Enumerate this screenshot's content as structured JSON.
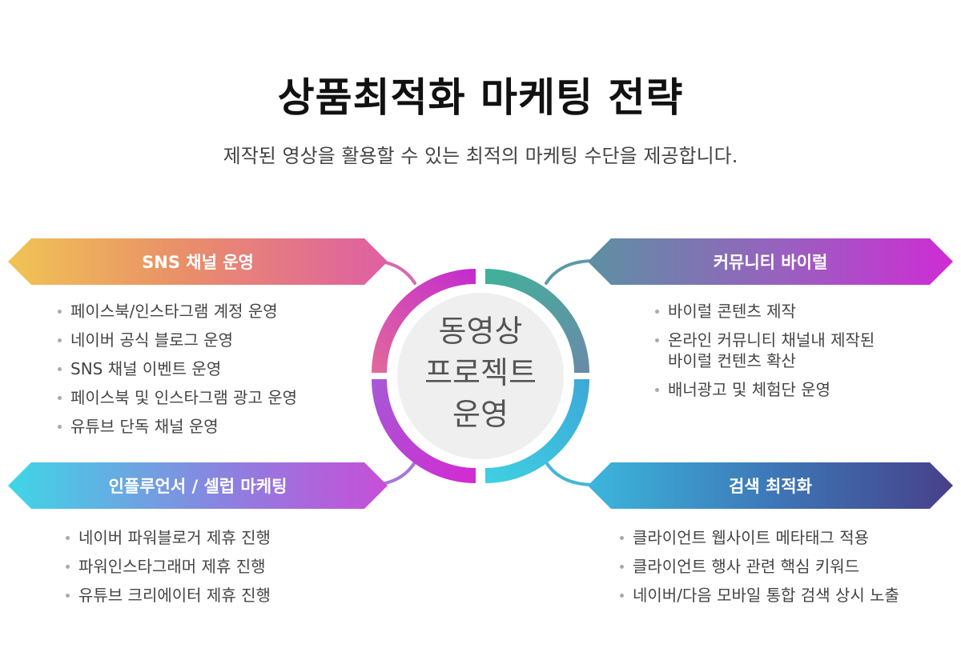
{
  "header": {
    "title": "상품최적화 마케팅 전략",
    "subtitle": "제작된 영상을 활용할 수 있는 최적의 마케팅 수단을 제공합니다."
  },
  "center": {
    "lines": [
      "동영상",
      "프로젝트",
      "운영"
    ]
  },
  "sections": {
    "sns": {
      "title": "SNS 채널 운영",
      "items": [
        "페이스북/인스타그램 계정 운영",
        "네이버 공식 블로그 운영",
        "SNS 채널 이벤트 운영",
        "페이스북 및 인스타그램 광고 운영",
        "유튜브 단독 채널 운영"
      ]
    },
    "viral": {
      "title": "커뮤니티 바이럴",
      "items": [
        [
          "바이럴 콘텐츠 제작"
        ],
        [
          "온라인 커뮤니티 채널내 제작된",
          "바이럴 컨텐츠 확산"
        ],
        [
          "배너광고 및 체험단 운영"
        ]
      ]
    },
    "influencer": {
      "title": "인플루언서 / 셀럽 마케팅",
      "items": [
        "네이버 파워블로거 제휴 진행",
        "파워인스타그래머 제휴 진행",
        "유튜브 크리에이터 제휴 진행"
      ]
    },
    "search": {
      "title": "검색 최적화",
      "items": [
        "클라이언트 웹사이트 메타태그 적용",
        "클라이언트 행사 관련 핵심 키워드",
        "네이버/다음 모바일 통합 검색 상시 노출"
      ]
    }
  },
  "colors": {
    "ring_top_left": "#d64fb4",
    "ring_top_right": "#4fa39a",
    "ring_bottom_left": "#a45ad6",
    "ring_bottom_right": "#3ec0dc",
    "connector_sns": "#d86ab0",
    "connector_viral": "#5d9aa8",
    "connector_influencer": "#a678d8",
    "connector_search": "#47b5d6"
  }
}
